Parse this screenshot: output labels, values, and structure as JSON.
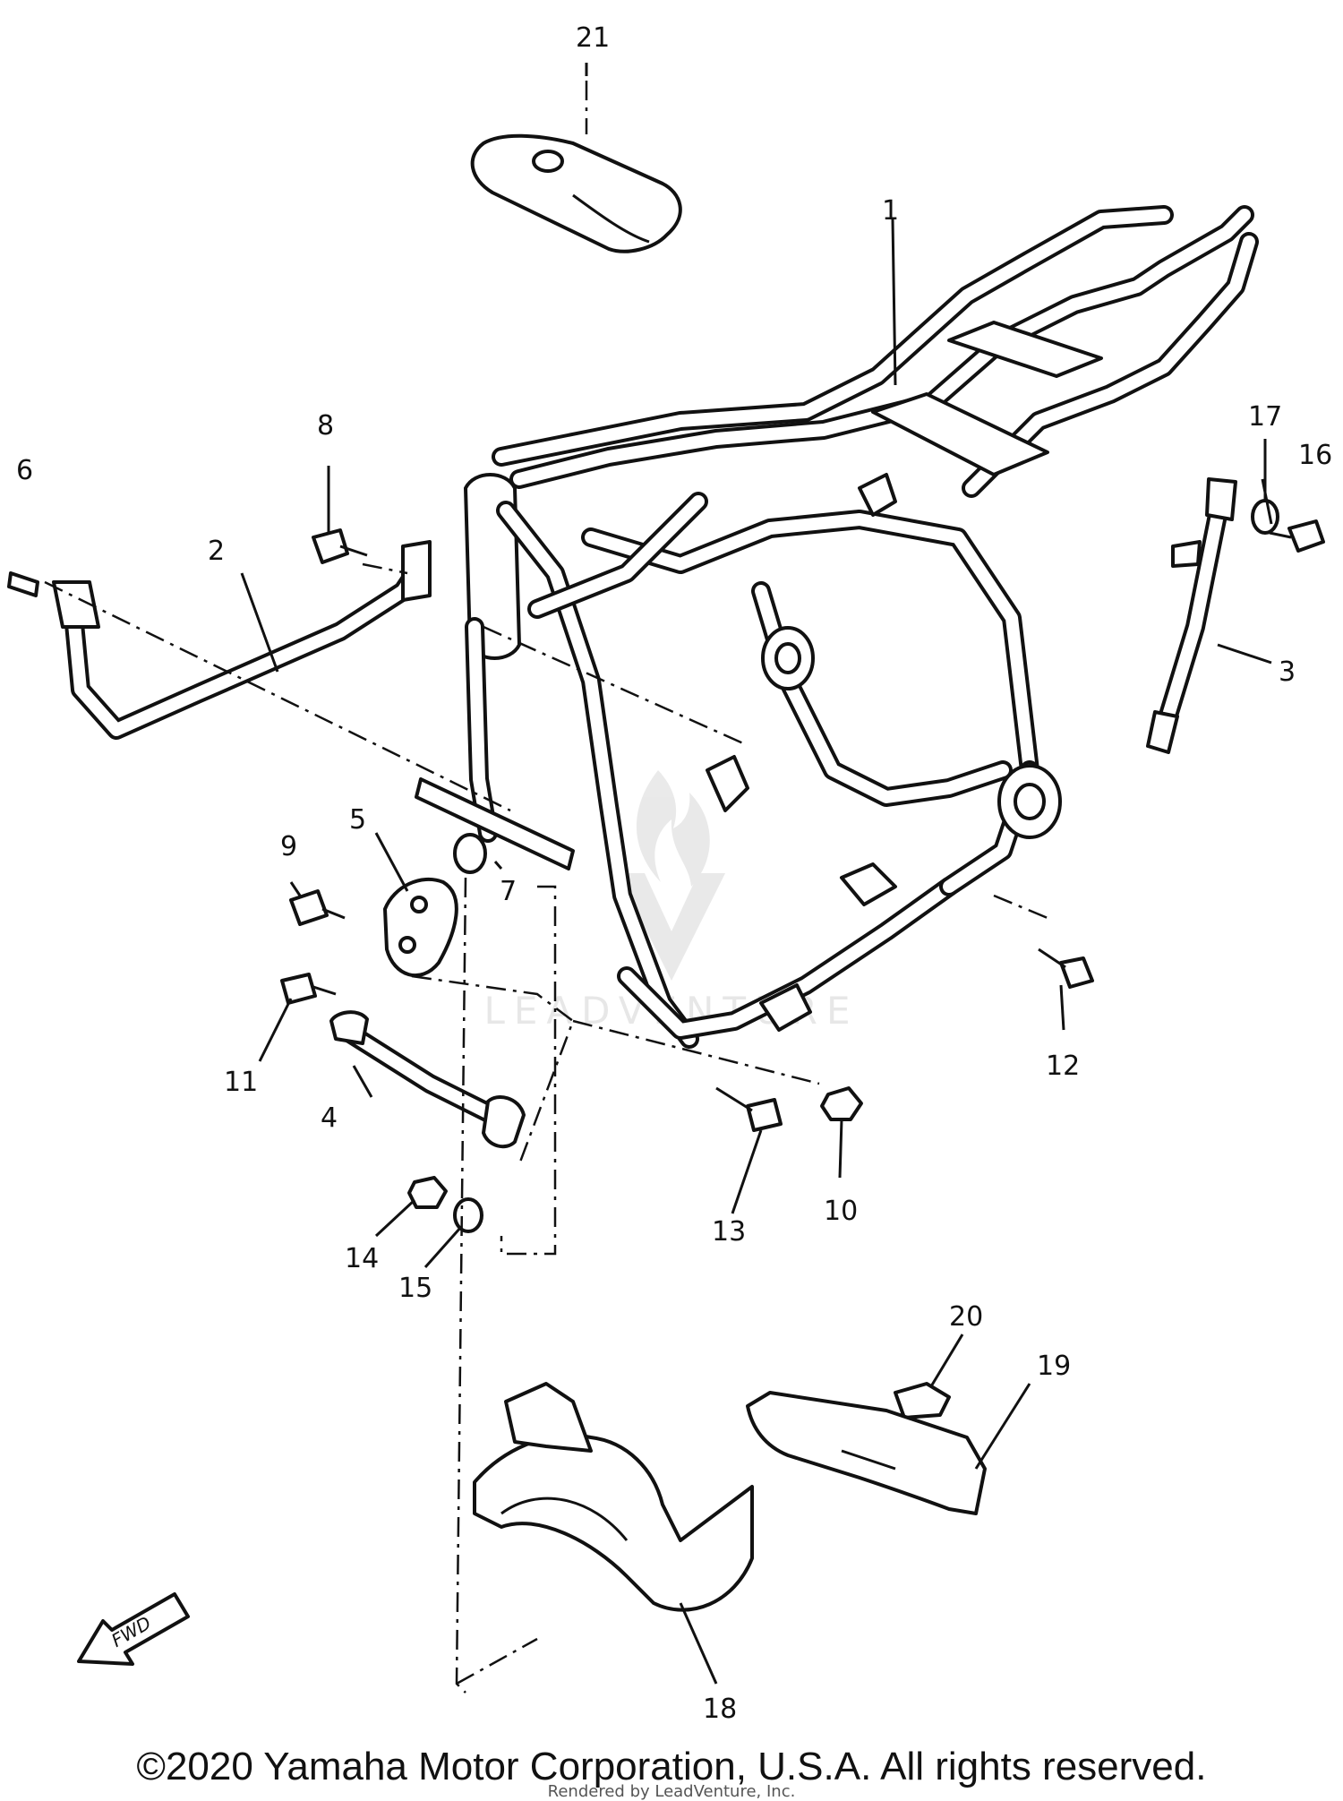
{
  "callouts": [
    "1",
    "2",
    "3",
    "4",
    "5",
    "6",
    "7",
    "8",
    "9",
    "10",
    "11",
    "12",
    "13",
    "14",
    "15",
    "16",
    "17",
    "18",
    "19",
    "20",
    "21"
  ],
  "fwd_label": "FWD",
  "watermark_text": "LEADVENTURE",
  "footer": {
    "copyright": "©2020 Yamaha Motor Corporation, U.S.A. All rights reserved.",
    "rendered_by": "Rendered by LeadVenture, Inc."
  }
}
